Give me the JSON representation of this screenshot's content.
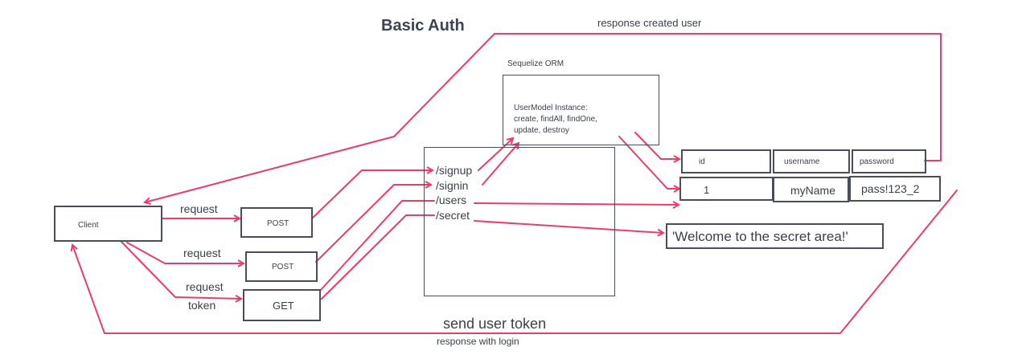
{
  "title": "Basic Auth",
  "labels": {
    "response_created_user": "response created user",
    "sequelize_orm": "Sequelize ORM",
    "usermodel_line1": "UserModel Instance:",
    "usermodel_line2": "create, findAll, findOne,",
    "usermodel_line3": "update, destroy",
    "client": "Client",
    "request_1": "request",
    "request_2": "request",
    "request_3": "request",
    "token": "token",
    "post_1": "POST",
    "post_2": "POST",
    "get": "GET",
    "route_signup": "/signup",
    "route_signin": "/signin",
    "route_users": "/users",
    "route_secret": "/secret",
    "send_user_token": "send user token",
    "response_with_login": "response with login",
    "welcome_message": "'Welcome to the secret area!'"
  },
  "table": {
    "headers": [
      "id",
      "username",
      "password"
    ],
    "row": [
      "1",
      "myName",
      "pass!123_2"
    ]
  },
  "colors": {
    "arrow": "#ee3b68",
    "box_border": "#4a4e5a",
    "text": "#3b3f4a"
  }
}
